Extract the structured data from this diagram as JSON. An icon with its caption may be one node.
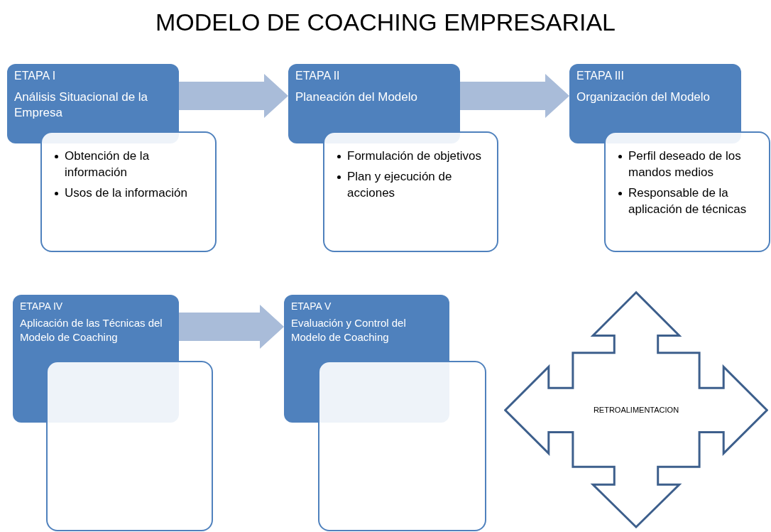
{
  "diagram": {
    "title": "MODELO DE COACHING EMPRESARIAL",
    "nodes": [
      {
        "text": [
          "ETAPA I",
          "Análisis Situacional de la Empresa"
        ]
      },
      {
        "text": [
          "Obtención de la información",
          "Usos de la información"
        ]
      },
      {
        "text": [
          "ETAPA II",
          "Planeación del Modelo"
        ]
      },
      {
        "text": [
          "Formulación de objetivos",
          "Plan y ejecución de acciones"
        ]
      },
      {
        "text": [
          "ETAPA III",
          "Organización del Modelo"
        ]
      },
      {
        "text": [
          "Perfil deseado de los mandos medios",
          "Responsable de la aplicación de técnicas"
        ]
      },
      {
        "text": [
          "ETAPA IV",
          "Aplicación de las Técnicas del Modelo de Coaching"
        ]
      },
      {
        "text": [],
        "shape": "box"
      },
      {
        "text": [
          "ETAPA V",
          "Evaluación y Control del Modelo de Coaching"
        ]
      },
      {
        "text": [],
        "shape": "box"
      },
      {
        "text": [
          "RETROALIMENTACION"
        ]
      }
    ],
    "edges": [
      {
        "from": 0,
        "to": 2,
        "arrow": "to"
      },
      {
        "from": 2,
        "to": 4,
        "arrow": "to"
      },
      {
        "from": 6,
        "to": 8,
        "arrow": "to"
      }
    ]
  }
}
